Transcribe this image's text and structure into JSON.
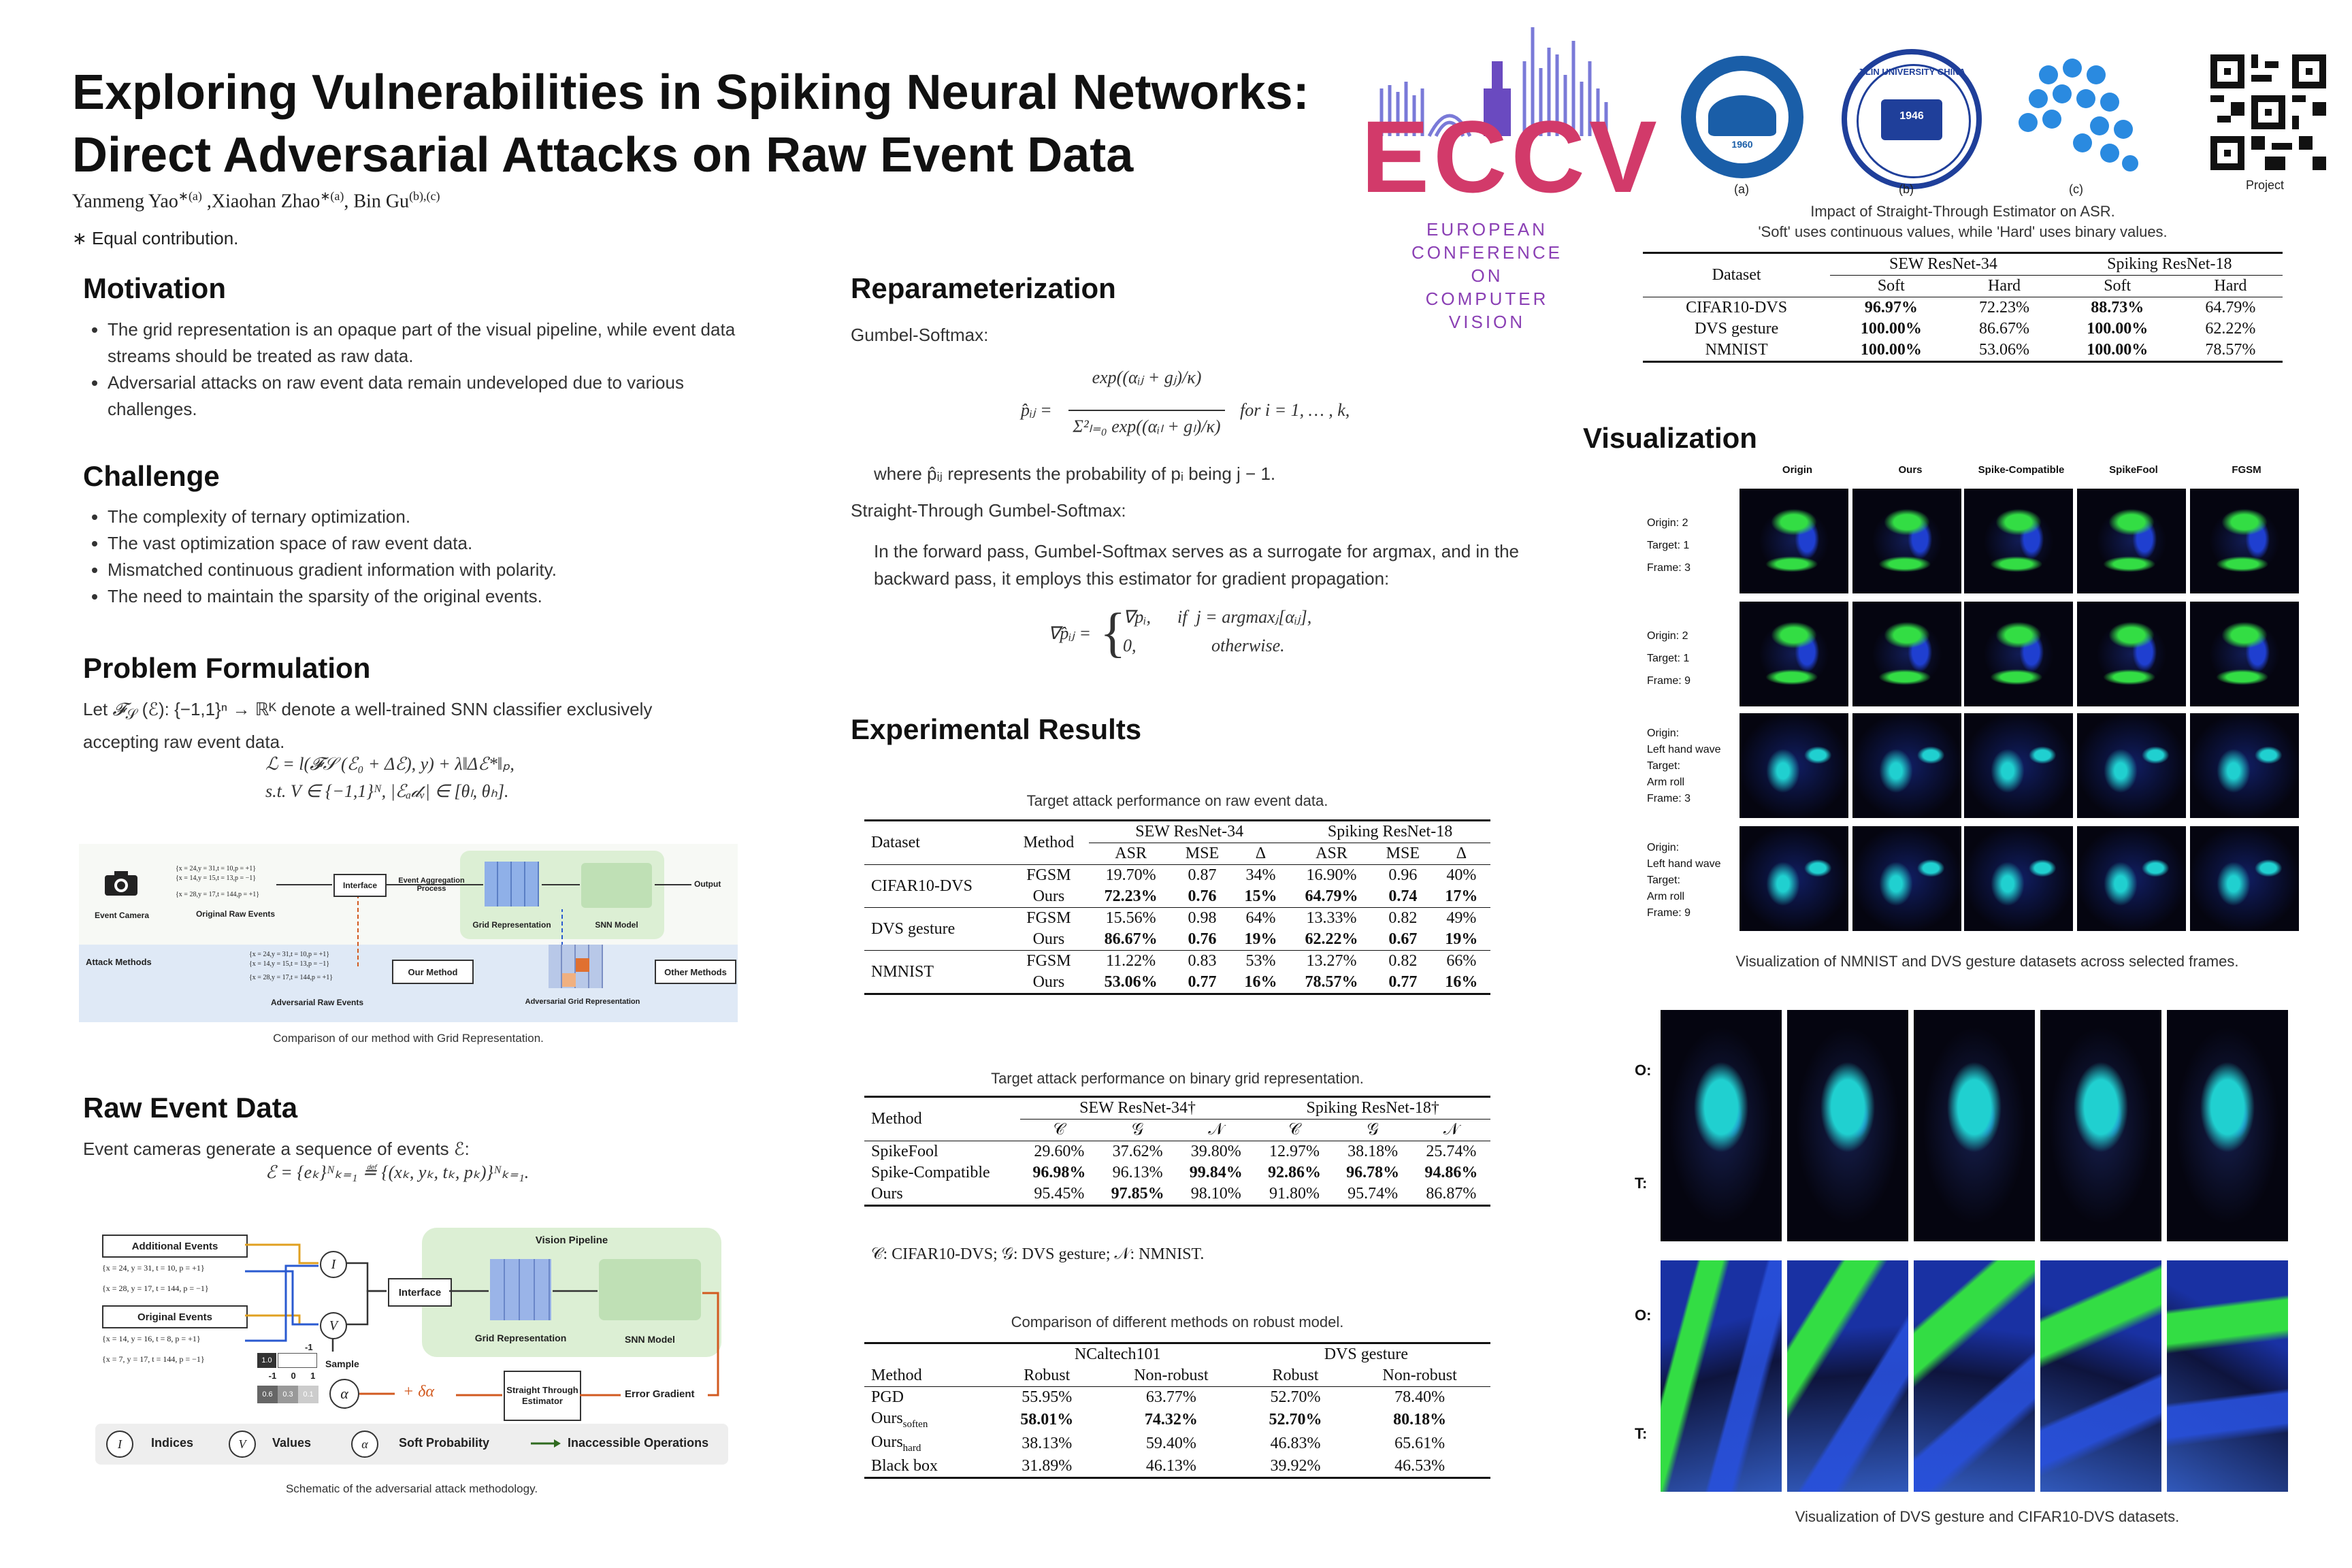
{
  "title_line1": "Exploring Vulnerabilities in Spiking Neural Networks:",
  "title_line2": "Direct Adversarial Attacks on Raw Event Data",
  "authors": {
    "a1": "Yanmeng Yao",
    "a1_sup": "∗(a)",
    "a2": " ,Xiaohan Zhao",
    "a2_sup": "∗(a)",
    "a3": ", Bin Gu",
    "a3_sup": "(b),(c)"
  },
  "equal_contribution": "∗ Equal contribution.",
  "logos": {
    "eccv_word": "ECCV",
    "eccv_sub": [
      "EUROPEAN",
      "CONFERENCE",
      "ON COMPUTER",
      "VISION"
    ],
    "label_a": "(a)",
    "label_b": "(b)",
    "label_c": "(c)",
    "label_qr": "Project",
    "jlu_text": "JILIN UNIVERSITY CHINA",
    "jlu_year": "1946",
    "nuist_year": "1960"
  },
  "motivation": {
    "heading": "Motivation",
    "bullets": [
      "The grid representation is an opaque part of the visual pipeline, while event data streams should be treated as raw data.",
      "Adversarial attacks on raw event data remain undeveloped due to various challenges."
    ]
  },
  "challenge": {
    "heading": "Challenge",
    "bullets": [
      "The complexity of ternary optimization.",
      "The vast optimization space of raw event data.",
      "Mismatched continuous gradient information with polarity.",
      "The need to maintain the sparsity of the original events."
    ]
  },
  "problem": {
    "heading": "Problem Formulation",
    "text_a": "Let ",
    "text_math": "𝓕",
    "text_sub": "𝒮",
    "text_b": " (ℰ): {−1,1}ⁿ → ℝᴷ denote a well-trained SNN classifier exclusively accepting raw event data.",
    "eq1": "ℒ = l(𝓕𝒮 (ℰ₀ + Δℰ), y) + λ‖Δℰ*‖ₚ,",
    "eq2": "s.t.  V ∈ {−1,1}ᴺ, |ℰₐ𝒹ᵥ| ∈ [θₗ, θₕ]."
  },
  "fig1": {
    "caption": "Comparison  of  our method  with  Grid Representation.",
    "event_camera": "Event Camera",
    "orig_raw": "Original Raw Events",
    "ev1": "{x = 24,y = 31,t = 10,p = +1}",
    "ev2": "{x = 14,y = 15,t = 13,p = −1}",
    "ev3": "{x = 28,y = 17,t = 144,p = +1}",
    "interface": "Interface",
    "aggregation": "Event Aggregation Process",
    "grid_rep": "Grid Representation",
    "snn": "SNN Model",
    "output": "Output",
    "attack_methods": "Attack Methods",
    "our_method": "Our Method",
    "other_methods": "Other Methods",
    "adv_raw": "Adversarial Raw Events",
    "adv_grid": "Adversarial Grid Representation"
  },
  "raw_event": {
    "heading": "Raw Event Data",
    "text": "Event cameras generate a sequence of events ℰ:",
    "eq": "ℰ = {eₖ}ᴺₖ₌₁ ≝ {(xₖ, yₖ, tₖ, pₖ)}ᴺₖ₌₁."
  },
  "fig2": {
    "caption": "Schematic  of  the adversarial  attack  methodology.",
    "additional": "Additional Events",
    "original": "Original Events",
    "add_ev1": "{x = 24, y = 31, t =  10, p = +1}",
    "add_ev2": "{x = 28, y = 17, t = 144, p = −1}",
    "org_ev1": "{x = 14, y = 16, t =   8, p = +1}",
    "org_ev2": "{x =  7, y = 17, t = 144, p = −1}",
    "vision_pipeline": "Vision Pipeline",
    "interface": "Interface",
    "grid_rep": "Grid Representation",
    "snn": "SNN Model",
    "sample": "Sample",
    "ste": "Straight Through Estimator",
    "error_gradient": "Error Gradient",
    "delta_alpha": "+ δα",
    "minus1": "-1",
    "v10": "1.0",
    "l_m1": "-1",
    "l_0": "0",
    "l_1": "1",
    "p1": "0.6",
    "p2": "0.3",
    "p3": "0.1",
    "legend_I": "I",
    "legend_V": "V",
    "legend_a": "α",
    "legend_indices": "Indices",
    "legend_values": "Values",
    "legend_soft": "Soft Probability",
    "legend_inacc": "Inaccessible Operations"
  },
  "reparam": {
    "heading": "Reparameterization",
    "gumbel": "Gumbel-Softmax:",
    "eq_lhs": "p̂ᵢⱼ =",
    "eq_num": "exp((αᵢⱼ + gⱼ)/κ)",
    "eq_den": "Σ²ₗ₌₀ exp((αᵢₗ + gₗ)/κ)",
    "eq_for": "for  i = 1, … , k,",
    "where_text": "where  p̂ᵢⱼ represents the probability of pᵢ being j − 1.",
    "st_gumbel": "Straight-Through Gumbel-Softmax:",
    "st_text": "In the forward pass, Gumbel-Softmax serves as a surrogate for argmax, and in the backward pass, it employs this estimator for gradient propagation:",
    "grad_lhs": "∇p̂ᵢⱼ =",
    "grad_c1": "∇pᵢ,      if  j = argmaxⱼ[αᵢⱼ],",
    "grad_c2": "0,                 otherwise."
  },
  "experimental": {
    "heading": "Experimental Results",
    "t1": {
      "caption": "Target attack performance on raw event data.",
      "h_dataset": "Dataset",
      "h_method": "Method",
      "h_g1": "SEW ResNet-34",
      "h_g2": "Spiking ResNet-18",
      "cols": [
        "ASR",
        "MSE",
        "Δ",
        "ASR",
        "MSE",
        "Δ"
      ],
      "rows": [
        {
          "dataset": "CIFAR10-DVS",
          "fgsm": [
            "19.70%",
            "0.87",
            "34%",
            "16.90%",
            "0.96",
            "40%"
          ],
          "ours": [
            "72.23%",
            "0.76",
            "15%",
            "64.79%",
            "0.74",
            "17%"
          ]
        },
        {
          "dataset": "DVS gesture",
          "fgsm": [
            "15.56%",
            "0.98",
            "64%",
            "13.33%",
            "0.82",
            "49%"
          ],
          "ours": [
            "86.67%",
            "0.76",
            "19%",
            "62.22%",
            "0.67",
            "19%"
          ]
        },
        {
          "dataset": "NMNIST",
          "fgsm": [
            "11.22%",
            "0.83",
            "53%",
            "13.27%",
            "0.82",
            "66%"
          ],
          "ours": [
            "53.06%",
            "0.77",
            "16%",
            "78.57%",
            "0.77",
            "16%"
          ]
        }
      ],
      "fgsm": "FGSM",
      "ours": "Ours"
    },
    "t2": {
      "caption": "Target attack performance on binary grid representation.",
      "h_method": "Method",
      "h_g1": "SEW ResNet-34†",
      "h_g2": "Spiking ResNet-18†",
      "cols": [
        "𝒞",
        "𝒢",
        "𝒩",
        "𝒞",
        "𝒢",
        "𝒩"
      ],
      "rows": [
        {
          "method": "SpikeFool",
          "vals": [
            "29.60%",
            "37.62%",
            "39.80%",
            "12.97%",
            "38.18%",
            "25.74%"
          ]
        },
        {
          "method": "Spike-Compatible",
          "vals": [
            "96.98%",
            "96.13%",
            "99.84%",
            "92.86%",
            "96.78%",
            "94.86%"
          ]
        },
        {
          "method": "Ours",
          "vals": [
            "95.45%",
            "97.85%",
            "98.10%",
            "91.80%",
            "95.74%",
            "86.87%"
          ]
        }
      ],
      "note": "𝒞: CIFAR10-DVS; 𝒢: DVS gesture; 𝒩: NMNIST."
    },
    "t3": {
      "caption": "Comparison of different methods on robust model.",
      "h_method": "Method",
      "h_g1": "NCaltech101",
      "h_g2": "DVS gesture",
      "cols": [
        "Robust",
        "Non-robust",
        "Robust",
        "Non-robust"
      ],
      "rows": [
        {
          "method": "PGD",
          "sub": "",
          "vals": [
            "55.95%",
            "63.77%",
            "52.70%",
            "78.40%"
          ]
        },
        {
          "method": "Ours",
          "sub": "soften",
          "vals": [
            "58.01%",
            "74.32%",
            "52.70%",
            "80.18%"
          ]
        },
        {
          "method": "Ours",
          "sub": "hard",
          "vals": [
            "38.13%",
            "59.40%",
            "46.83%",
            "65.61%"
          ]
        },
        {
          "method": "Black box",
          "sub": "",
          "vals": [
            "31.89%",
            "46.13%",
            "39.92%",
            "46.53%"
          ]
        }
      ]
    }
  },
  "ste_table": {
    "caption1": "Impact of Straight-Through Estimator on ASR.",
    "caption2": "'Soft' uses continuous values, while 'Hard' uses binary values.",
    "h_dataset": "Dataset",
    "h_g1": "SEW ResNet-34",
    "h_g2": "Spiking ResNet-18",
    "cols": [
      "Soft",
      "Hard",
      "Soft",
      "Hard"
    ],
    "rows": [
      {
        "dataset": "CIFAR10-DVS",
        "vals": [
          "96.97%",
          "72.23%",
          "88.73%",
          "64.79%"
        ]
      },
      {
        "dataset": "DVS gesture",
        "vals": [
          "100.00%",
          "86.67%",
          "100.00%",
          "62.22%"
        ]
      },
      {
        "dataset": "NMNIST",
        "vals": [
          "100.00%",
          "53.06%",
          "100.00%",
          "78.57%"
        ]
      }
    ]
  },
  "visualization": {
    "heading": "Visualization",
    "cols": [
      "Origin",
      "Ours",
      "Spike-Compatible",
      "SpikeFool",
      "FGSM"
    ],
    "rows": [
      [
        "Origin: 2",
        "Target: 1",
        "Frame: 3"
      ],
      [
        "Origin: 2",
        "Target: 1",
        "Frame: 9"
      ],
      [
        "Origin:",
        "Left hand wave",
        "Target:",
        "Arm roll",
        "Frame: 3"
      ],
      [
        "Origin:",
        "Left hand wave",
        "Target:",
        "Arm roll",
        "Frame: 9"
      ]
    ],
    "caption1": "Visualization of NMNIST  and DVS gesture datasets across selected frames.",
    "lbl_o": "O:",
    "lbl_t": "T:",
    "caption2": "Visualization of DVS gesture and CIFAR10-DVS  datasets.",
    "colors": {
      "blue": "#1f3fd0",
      "green": "#33dd44",
      "cyan": "#20d0d0"
    }
  }
}
